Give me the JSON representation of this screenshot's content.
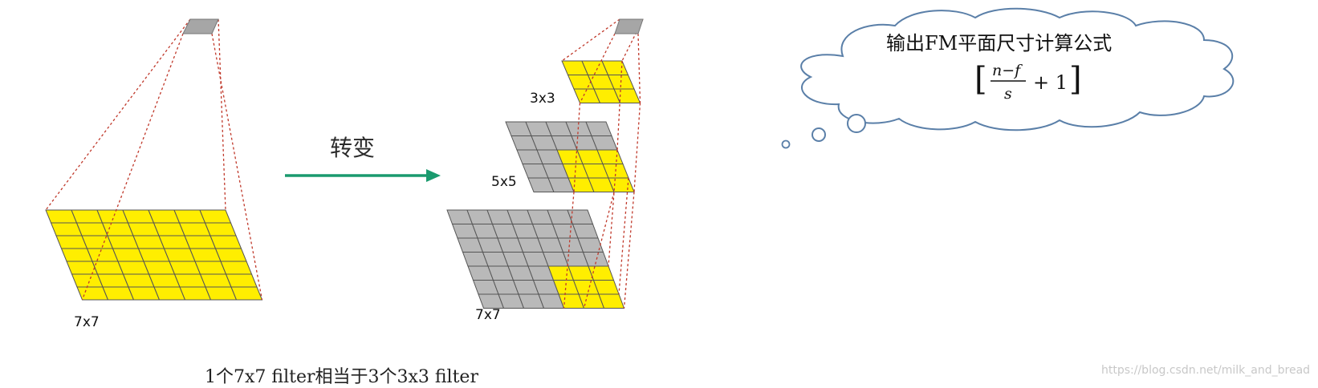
{
  "left_diagram": {
    "grid_label": "7x7"
  },
  "arrow": {
    "label": "转变"
  },
  "right_diagram": {
    "layers": [
      {
        "label": "3x3"
      },
      {
        "label": "5x5"
      },
      {
        "label": "7x7"
      }
    ]
  },
  "caption": "1个7x7 filter相当于3个3x3 filter",
  "cloud": {
    "title": "输出FM平面尺寸计算公式",
    "formula": {
      "numerator": "n−f",
      "denominator": "s",
      "suffix": "+ 1"
    }
  },
  "watermark": "https://blog.csdn.net/milk_and_bread",
  "colors": {
    "cell_yellow": "#ffee00",
    "cell_gray": "#b9b9b9",
    "arrow_green": "#1a9a6e",
    "guide_red": "#c0392b",
    "cloud_stroke": "#5a7fa8"
  }
}
